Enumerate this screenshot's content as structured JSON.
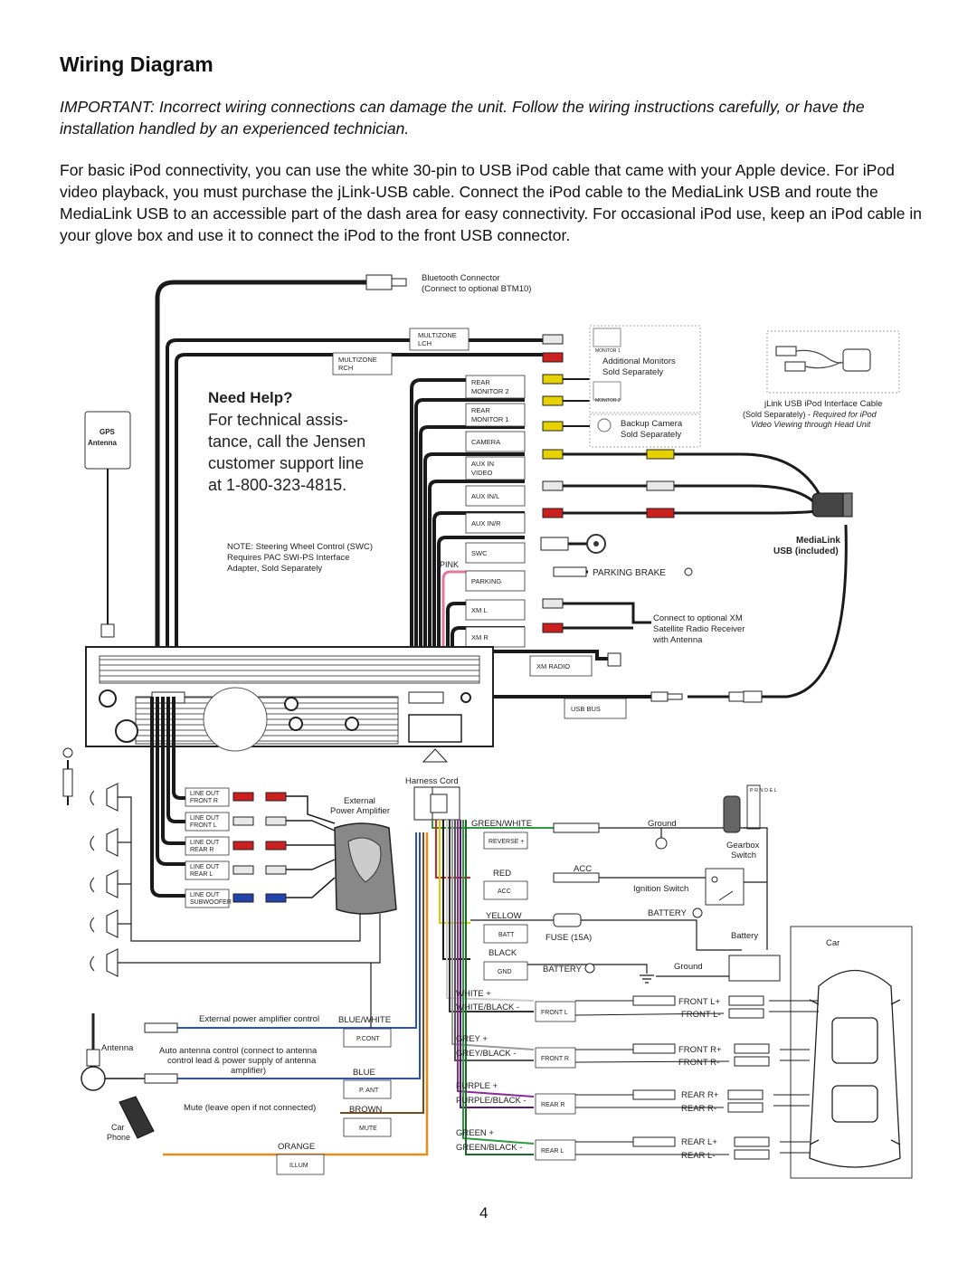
{
  "page": {
    "title": "Wiring Diagram",
    "important": "IMPORTANT: Incorrect wiring connections can damage the unit. Follow the wiring instructions carefully, or have the installation handled by an experienced technician.",
    "intro": "For basic iPod connectivity, you can use the white 30-pin to USB iPod cable that came with your Apple device. For iPod video playback, you must purchase the jLink-USB cable. Connect the iPod cable to the MediaLink USB and route the MediaLink USB to an accessible part of the dash area for easy connectivity. For occasional iPod use, keep an iPod cable in your glove box and use it to connect the iPod to the front USB connector.",
    "page_number": "4"
  },
  "help": {
    "heading": "Need Help?",
    "line1": "For technical assis-",
    "line2": "tance, call the Jensen",
    "line3": "customer support line",
    "line4": "at 1-800-323-4815."
  },
  "top": {
    "bt1": "Bluetooth Connector",
    "bt2": "(Connect to optional BTM10)",
    "mz_lch_1": "MULTIZONE",
    "mz_lch_2": "LCH",
    "mz_rch_1": "MULTIZONE",
    "mz_rch_2": "RCH",
    "rm2_1": "REAR",
    "rm2_2": "MONITOR 2",
    "rm1_1": "REAR",
    "rm1_2": "MONITOR 1",
    "camera": "CAMERA",
    "auxv_1": "AUX IN",
    "auxv_2": "VIDEO",
    "auxl": "AUX IN/L",
    "auxr": "AUX IN/R",
    "swc": "SWC",
    "pink": "PINK",
    "parking": "PARKING",
    "xml": "XM L",
    "xmr": "XM R",
    "xmradio": "XM RADIO",
    "usbbus": "USB BUS",
    "monitor1": "MONITOR 1",
    "monitor2": "MONITOR 2",
    "addmon1": "Additional Monitors",
    "addmon2": "Sold Separately",
    "cam1": "Backup Camera",
    "cam2": "Sold Separately",
    "jlink1": "jLink USB iPod Interface Cable",
    "jlink2a": "(Sold Separately) - ",
    "jlink2b": "Required for iPod",
    "jlink3": "Video Viewing through Head Unit",
    "medialink1": "MediaLink",
    "medialink2": "USB (included)",
    "parking_brake": "PARKING BRAKE",
    "xm1": "Connect to optional XM",
    "xm2": "Satellite Radio Receiver",
    "xm3": "with Antenna",
    "note1": "NOTE: Steering Wheel Control (SWC)",
    "note2": "Requires PAC SWI-PS Interface",
    "note3": "Adapter, Sold Separately",
    "gps1": "GPS",
    "gps2": "Antenna",
    "harness": "Harness Cord"
  },
  "lineouts": [
    {
      "l1": "LINE OUT",
      "l2": "FRONT R"
    },
    {
      "l1": "LINE OUT",
      "l2": "FRONT L"
    },
    {
      "l1": "LINE OUT",
      "l2": "REAR R"
    },
    {
      "l1": "LINE OUT",
      "l2": "REAR L"
    },
    {
      "l1": "LINE OUT",
      "l2": "SUBWOOFER"
    }
  ],
  "left": {
    "ext_amp1": "External",
    "ext_amp2": "Power Amplifier",
    "ext_ctrl": "External power amplifier control",
    "bluewhite": "BLUE/WHITE",
    "pcont": "P.CONT",
    "antenna": "Antenna",
    "auto1": "Auto antenna control (connect to antenna",
    "auto2": "control lead & power supply of antenna",
    "auto3": "amplifier)",
    "blue": "BLUE",
    "pant": "P. ANT",
    "mute_note": "Mute (leave open if not connected)",
    "brown": "BROWN",
    "mute": "MUTE",
    "orange": "ORANGE",
    "illum": "ILLUM",
    "car1": "Car",
    "car2": "Phone"
  },
  "power": {
    "greenwhite": "GREEN/WHITE",
    "reverse": "REVERSE +",
    "ground1": "Ground",
    "gearbox1": "Gearbox",
    "gearbox2": "Switch",
    "red": "RED",
    "acc_lbl": "ACC",
    "acc": "ACC",
    "ignition": "Ignition Switch",
    "yellow": "YELLOW",
    "batt": "BATT",
    "fuse": "FUSE (15A)",
    "battery_plus": "BATTERY",
    "battery": "Battery",
    "black": "BLACK",
    "gnd": "GND",
    "battery_minus": "BATTERY",
    "ground2": "Ground",
    "car": "Car",
    "prndl": "P R N D E L"
  },
  "speakers": [
    {
      "plus": "WHITE +",
      "minus": "WHITE/BLACK -",
      "box": "FRONT L",
      "out1": "FRONT L+",
      "out2": "FRONT L-"
    },
    {
      "plus": "GREY +",
      "minus": "GREY/BLACK -",
      "box": "FRONT R",
      "out1": "FRONT R+",
      "out2": "FRONT R-"
    },
    {
      "plus": "PURPLE +",
      "minus": "PURPLE/BLACK -",
      "box": "REAR R",
      "out1": "REAR R+",
      "out2": "REAR R-"
    },
    {
      "plus": "GREEN +",
      "minus": "GREEN/BLACK -",
      "box": "REAR L",
      "out1": "REAR L+",
      "out2": "REAR L-"
    }
  ],
  "colors": {
    "line": "#1a1a1a",
    "rca_red": "#cc1f1f",
    "rca_yellow": "#e6d200",
    "rca_white": "#d8d8d8",
    "blue_rca": "#2244aa",
    "pink": "#e27a9b",
    "green_white": "#2a9a3a",
    "red": "#d22",
    "yellow": "#e2c800",
    "orange": "#e98a1c",
    "purple": "#8a2a9a",
    "grey": "#999",
    "blue": "#2a50c8",
    "brown": "#7a4a1e"
  }
}
